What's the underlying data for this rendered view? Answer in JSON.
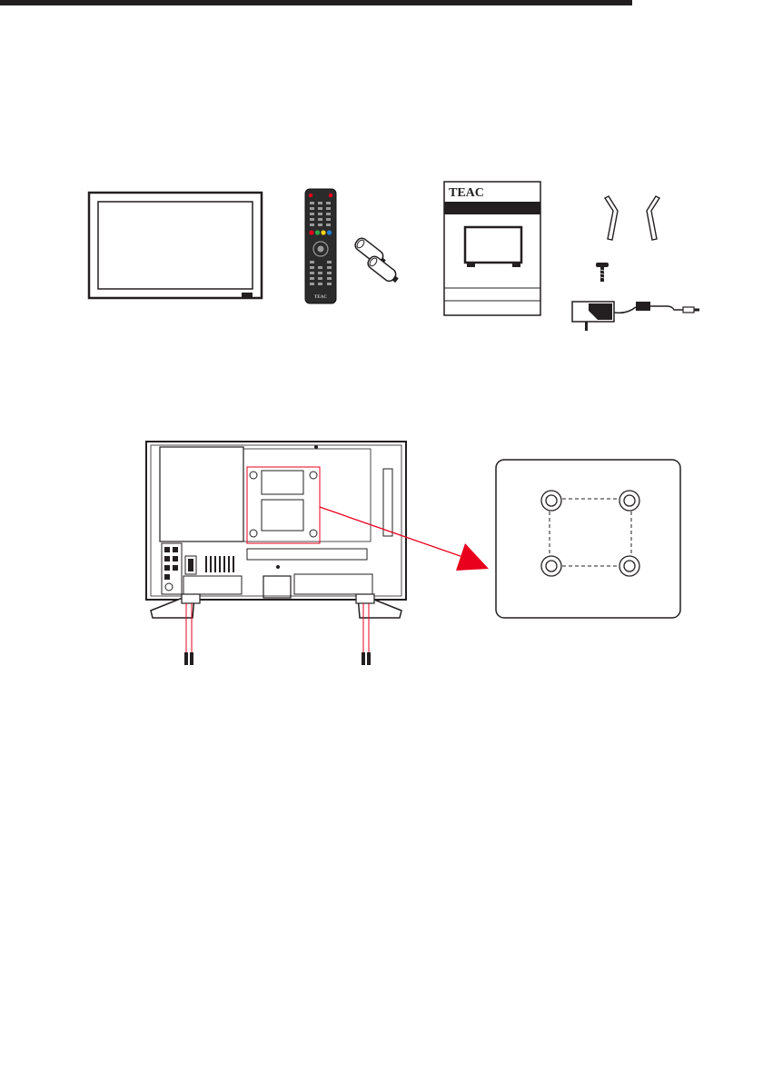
{
  "page": {
    "header_rule_color": "#231f20",
    "accent_color": "#e8001c"
  },
  "accessories": {
    "manual_brand": "TEAC",
    "remote_brand": "TEAC",
    "items": [
      "tv-panel",
      "remote-control",
      "batteries",
      "user-manual",
      "stand-legs",
      "screw",
      "power-adapter"
    ]
  },
  "wall_mount": {
    "icons": [
      "tv-rear-panel",
      "stand-screws",
      "vesa-hole-pattern",
      "arrow"
    ]
  }
}
